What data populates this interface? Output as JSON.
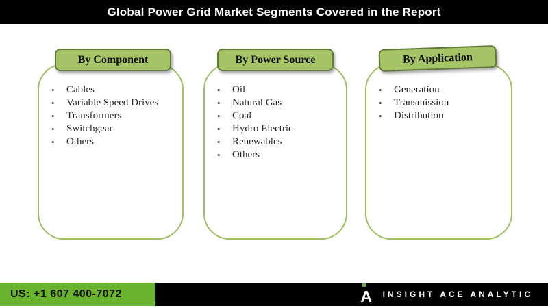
{
  "title": "Global Power Grid Market Segments Covered in the Report",
  "columns": [
    {
      "header": "By Component",
      "items": [
        "Cables",
        "Variable Speed Drives",
        "Transformers",
        "Switchgear",
        "Others"
      ]
    },
    {
      "header": "By Power Source",
      "items": [
        "Oil",
        "Natural Gas",
        "Coal",
        "Hydro Electric",
        "Renewables",
        "Others"
      ]
    },
    {
      "header": "By Application",
      "items": [
        "Generation",
        "Transmission",
        "Distribution"
      ]
    }
  ],
  "footer": {
    "phone": "US: +1 607 400-7072",
    "brand": "INSIGHT ACE ANALYTIC",
    "logo_letter": "A"
  },
  "colors": {
    "header_fill": "#a5c465",
    "header_border": "#60793a",
    "panel_border": "#9dbf5f",
    "footer_green": "#6ab32d",
    "bar_black": "#000000"
  }
}
